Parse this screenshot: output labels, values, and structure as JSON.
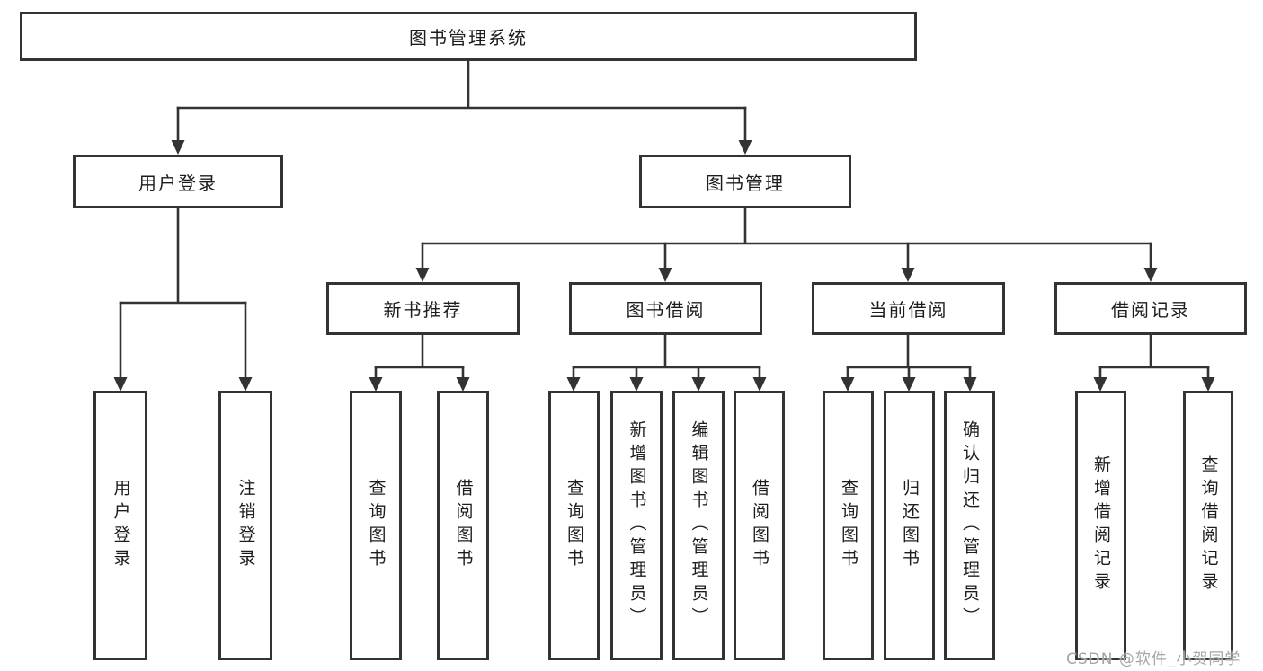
{
  "colors": {
    "background": "#ffffff",
    "line": "#333333",
    "box_border": "#333333",
    "text": "#1d1d1d",
    "watermark": "#a5a5a5"
  },
  "tree": {
    "label": "图书管理系统",
    "children": [
      {
        "label": "用户登录",
        "children": [
          {
            "label": "用户登录"
          },
          {
            "label": "注销登录"
          }
        ]
      },
      {
        "label": "图书管理",
        "children": [
          {
            "label": "新书推荐",
            "children": [
              {
                "label": "查询图书"
              },
              {
                "label": "借阅图书"
              }
            ]
          },
          {
            "label": "图书借阅",
            "children": [
              {
                "label": "查询图书"
              },
              {
                "label": "新增图书（管理员）"
              },
              {
                "label": "编辑图书（管理员）"
              },
              {
                "label": "借阅图书"
              }
            ]
          },
          {
            "label": "当前借阅",
            "children": [
              {
                "label": "查询图书"
              },
              {
                "label": "归还图书"
              },
              {
                "label": "确认归还（管理员）"
              }
            ]
          },
          {
            "label": "借阅记录",
            "children": [
              {
                "label": "新增借阅记录"
              },
              {
                "label": "查询借阅记录"
              }
            ]
          }
        ]
      }
    ]
  },
  "watermark": {
    "text": "CSDN @软件_小贺同学"
  }
}
